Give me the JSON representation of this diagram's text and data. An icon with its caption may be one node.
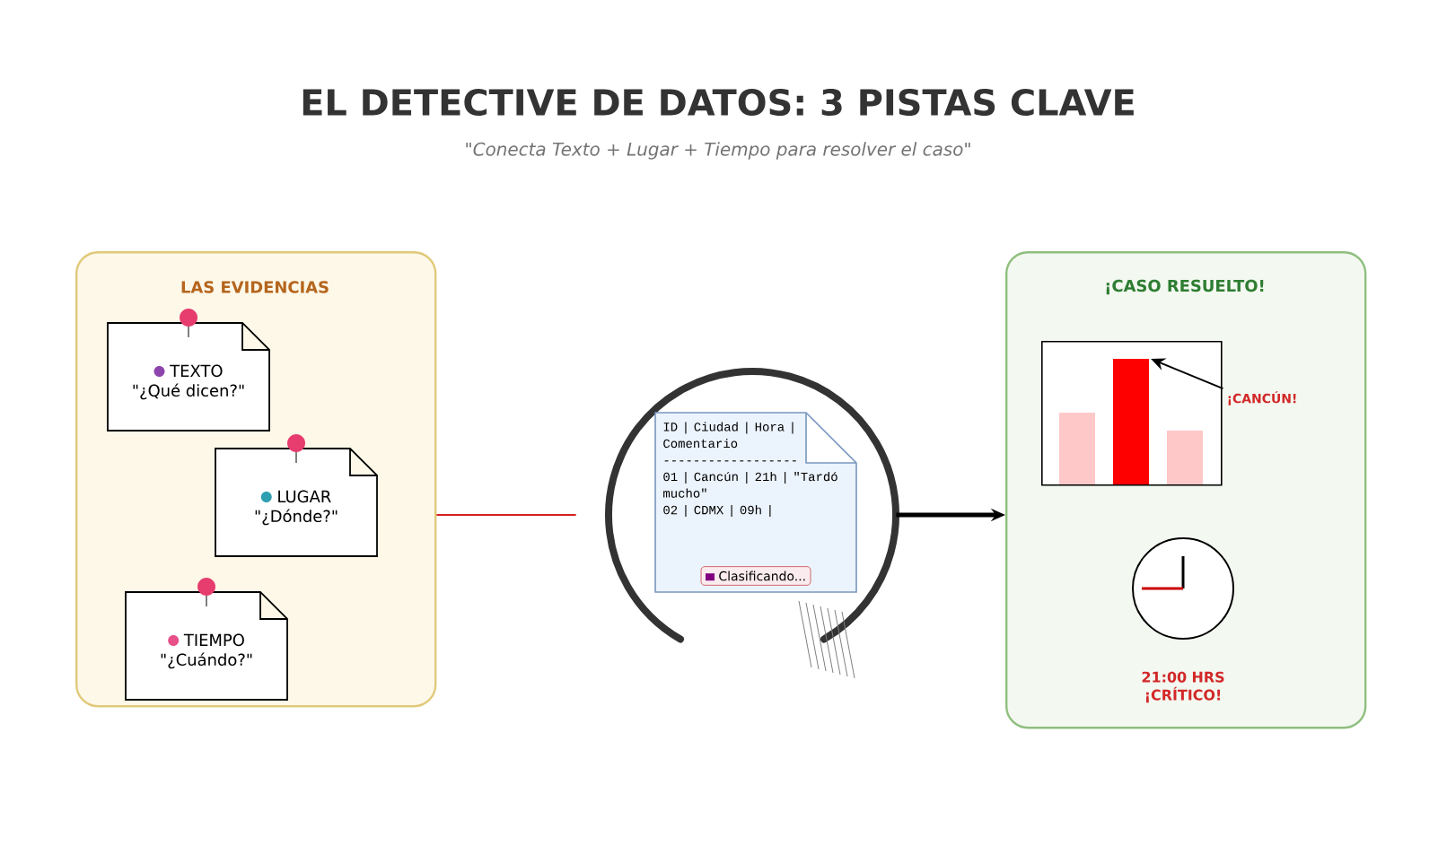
{
  "diagram": {
    "title": "EL DETECTIVE DE DATOS: 3 PISTAS CLAVE",
    "caption": "\"Conecta Texto + Lugar + Tiempo para resolver el caso\"",
    "nodes": [
      {
        "text": [
          "LAS EVIDENCIAS"
        ]
      },
      {
        "text": [
          "TEXTO",
          "\"¿Qué dicen?\""
        ],
        "in": 0
      },
      {
        "text": [
          "LUGAR",
          "\"¿Dónde?\""
        ],
        "in": 0
      },
      {
        "text": [
          "TIEMPO",
          "\"¿Cuándo?\""
        ],
        "in": 0
      },
      {
        "text": [],
        "shape": "circle"
      },
      {
        "text": [
          "ID | Ciudad | Hora | Comentario",
          "------------------",
          "01 | Cancún | 21h | \"Tardó mucho\"",
          "02 | CDMX | 09h |"
        ],
        "in": 4
      },
      {
        "text": [
          "Clasificando..."
        ],
        "in": 5
      },
      {
        "text": [
          "¡CASO RESUELTO!"
        ]
      },
      {
        "text": [],
        "shape": "picture",
        "in": 7
      },
      {
        "text": [
          "¡CANCÚN!"
        ],
        "in": 7
      },
      {
        "text": [],
        "shape": "picture",
        "in": 7,
        "beside": [
          "21:00 HRS ¡CRÍTICO!"
        ]
      }
    ],
    "edges": [
      {
        "from": 0,
        "to": 4,
        "arrow": "none",
        "color": "#d42020"
      },
      {
        "from": 4,
        "to": 7,
        "arrow": "to",
        "style": "thick"
      },
      {
        "from": 9,
        "to": 8,
        "arrow": "to"
      }
    ]
  }
}
